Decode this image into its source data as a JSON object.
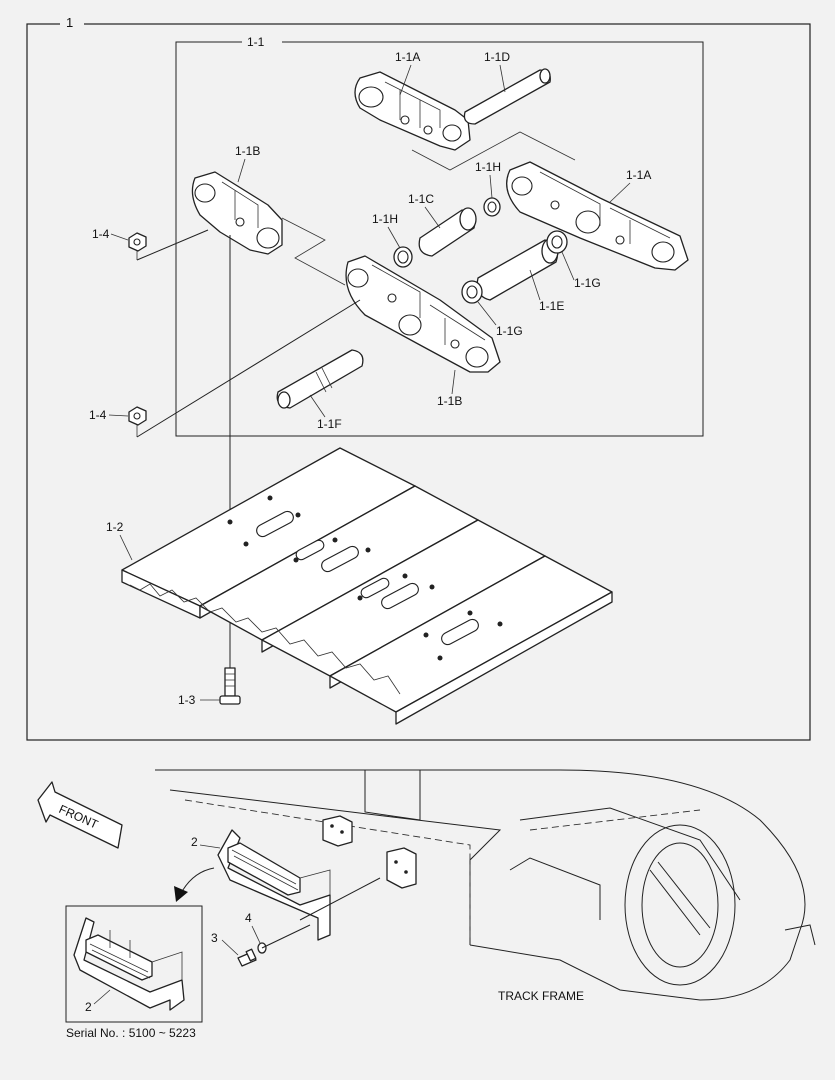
{
  "assembly": {
    "main_label": "1",
    "sub_label": "1-1"
  },
  "parts": {
    "p1_1A_top": "1-1A",
    "p1_1D": "1-1D",
    "p1_1B_left": "1-1B",
    "p1_1H_top": "1-1H",
    "p1_1A_right": "1-1A",
    "p1_1C": "1-1C",
    "p1_1H_left": "1-1H",
    "p1_4_top": "1-4",
    "p1_1G_right": "1-1G",
    "p1_1E": "1-1E",
    "p1_1G_mid": "1-1G",
    "p1_1B_bottom": "1-1B",
    "p1_4_bottom": "1-4",
    "p1_1F": "1-1F",
    "p1_2": "1-2",
    "p1_3": "1-3"
  },
  "lower": {
    "front_label": "FRONT",
    "step_label": "2",
    "bolt_label": "3",
    "washer_label": "4",
    "inset_step_label": "2",
    "track_frame_label": "TRACK FRAME",
    "serial_note": "Serial No. : 5100 ~ 5223"
  }
}
